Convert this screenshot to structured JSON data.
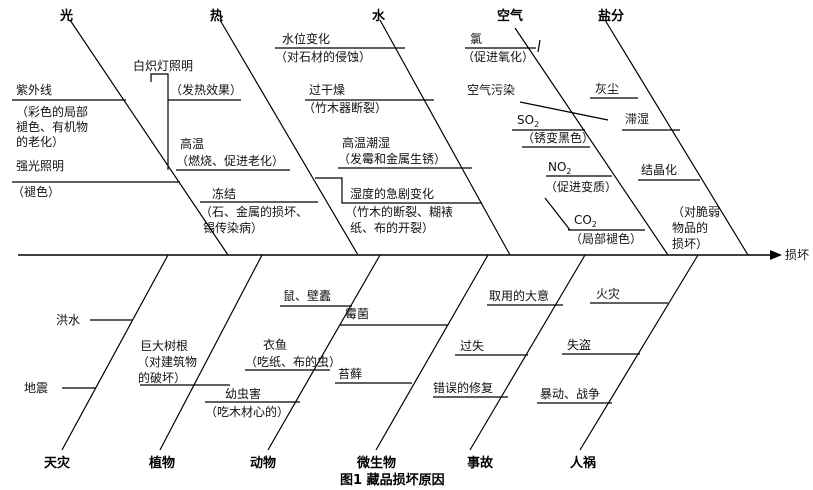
{
  "caption": "图1  藏品损坏原因",
  "effect": "损坏",
  "categories": {
    "light": "光",
    "heat": "热",
    "water": "水",
    "air": "空气",
    "salt": "盐分",
    "natural_disaster": "天灾",
    "plant": "植物",
    "animal": "动物",
    "microbe": "微生物",
    "accident": "事故",
    "human": "人祸"
  },
  "light_causes": {
    "uv": [
      "紫外线",
      "（彩色的局部",
      "褪色、有机物",
      "的老化）"
    ],
    "strong": [
      "强光照明",
      "（褪色）"
    ]
  },
  "heat_causes": {
    "incandescent": "白炽灯照明",
    "heating_effect": "（发热效果）",
    "high_temp": [
      "高温",
      "（燃烧、促进老化）"
    ],
    "freeze": [
      "冻结",
      "（石、金属的损坏、",
      "锡传染病）"
    ]
  },
  "water_causes": {
    "water_level": [
      "水位变化",
      "（对石材的侵蚀）"
    ],
    "over_dry": [
      "过干燥",
      "（竹木器断裂）"
    ],
    "humid": [
      "高温潮湿",
      "（发霉和金属生锈）"
    ],
    "humidity_change": [
      "湿度的急剧变化",
      "（竹木的断裂、糊裱",
      "纸、布的开裂）"
    ]
  },
  "air_causes": {
    "chlorine": [
      "氯",
      "（促进氧化）"
    ],
    "pollution": "空气污染",
    "so2": {
      "base": "SO",
      "sub": "2",
      "note": "（锈变黑色）"
    },
    "no2": {
      "base": "NO",
      "sub": "2",
      "note": "（促进变质）"
    },
    "co2": {
      "base": "CO",
      "sub": "2",
      "note": "（局部褪色）"
    }
  },
  "salt_causes": {
    "dust": "灰尘",
    "damp": "滞湿",
    "crystal": "结晶化",
    "fragile": [
      "（对脆弱",
      "物品的",
      "损坏）"
    ]
  },
  "natural_causes": {
    "flood": "洪水",
    "earthquake": "地震"
  },
  "plant_causes": {
    "roots": [
      "巨大树根",
      "（对建筑物",
      "的破坏）"
    ]
  },
  "animal_causes": {
    "rat": "鼠、壁蠹",
    "silverfish": [
      "衣鱼",
      "（吃纸、布的虫）"
    ],
    "larva": [
      "幼虫害",
      "（吃木材心的）"
    ]
  },
  "microbe_causes": {
    "mold": "霉菌",
    "moss": "苔藓"
  },
  "accident_causes": {
    "careless": "取用的大意",
    "fault": "过失",
    "wrong_repair": "错误的修复"
  },
  "human_causes": {
    "fire": "火灾",
    "theft": "失盗",
    "riot": "暴动、战争"
  }
}
